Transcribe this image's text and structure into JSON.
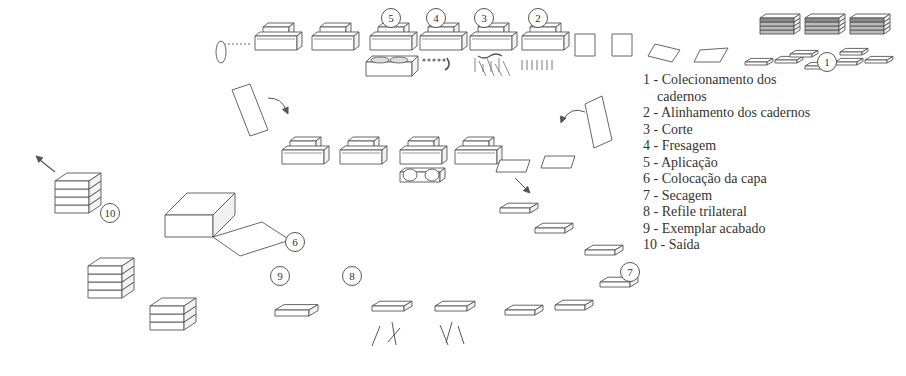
{
  "diagram": {
    "nodes": [
      {
        "text": [
          "1"
        ]
      },
      {
        "text": [
          "2"
        ]
      },
      {
        "text": [
          "3"
        ]
      },
      {
        "text": [
          "4"
        ]
      },
      {
        "text": [
          "5"
        ]
      },
      {
        "text": [
          "6"
        ]
      },
      {
        "text": [
          "7"
        ]
      },
      {
        "text": [
          "8"
        ]
      },
      {
        "text": [
          "9"
        ]
      },
      {
        "text": [
          "10"
        ]
      }
    ],
    "edges": [],
    "labels": [
      "1 - Colecionamento dos cadernos",
      "2 - Alinhamento dos cadernos",
      "3 - Corte",
      "4 - Fresagem",
      "5 - Aplicação",
      "6 - Colocação da capa",
      "7 - Secagem",
      "8 - Refile trilateral",
      "9 - Exemplar acabado",
      "10 - Saída"
    ]
  }
}
